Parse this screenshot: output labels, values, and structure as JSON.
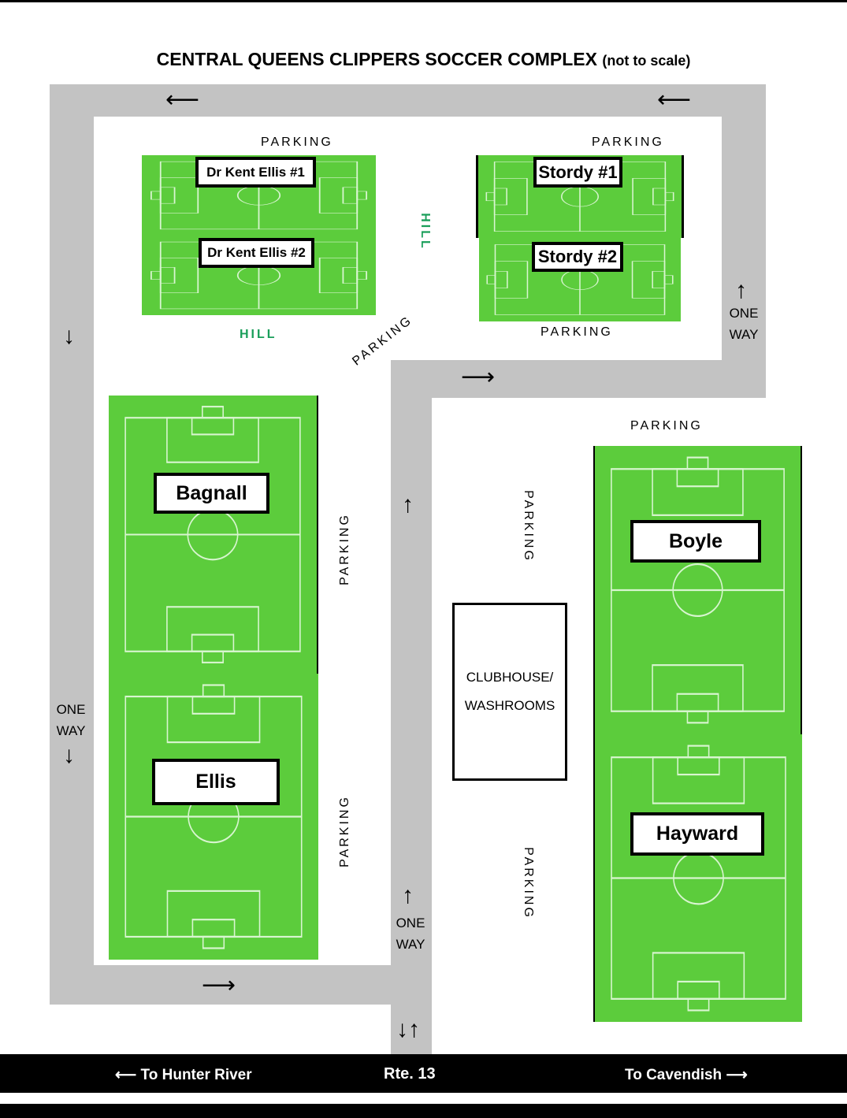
{
  "title": "CENTRAL QUEENS CLIPPERS SOCCER COMPLEX",
  "title_note": "(not to scale)",
  "fields": {
    "dke1": "Dr Kent Ellis #1",
    "dke2": "Dr Kent Ellis #2",
    "stordy1": "Stordy #1",
    "stordy2": "Stordy #2",
    "bagnall": "Bagnall",
    "ellis": "Ellis",
    "boyle": "Boyle",
    "hayward": "Hayward"
  },
  "parking": "PARKING",
  "hill": "HILL",
  "clubhouse": {
    "line1": "CLUBHOUSE/",
    "line2": "WASHROOMS"
  },
  "one_way": {
    "line1": "ONE",
    "line2": "WAY"
  },
  "footer": {
    "left": "To Hunter River",
    "center": "Rte. 13",
    "right": "To Cavendish"
  },
  "colors": {
    "field": "#5ccc3c",
    "road": "#c3c3c3",
    "hill": "#1a9e5a"
  }
}
